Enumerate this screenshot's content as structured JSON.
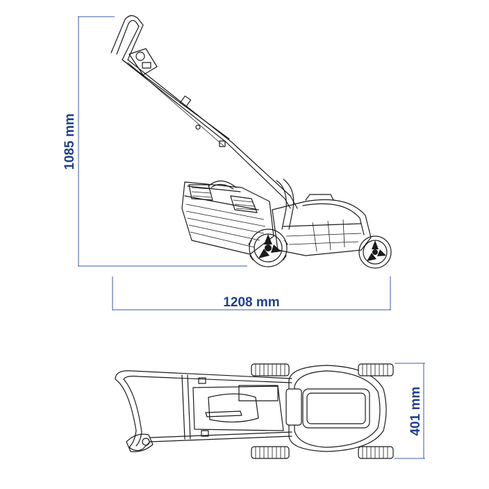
{
  "dimensions": {
    "height": "1085 mm",
    "length": "1208 mm",
    "width": "401 mm"
  },
  "colors": {
    "dimension": "#1f3f8f",
    "ink": "#1a1a1a",
    "background": "#ffffff"
  }
}
